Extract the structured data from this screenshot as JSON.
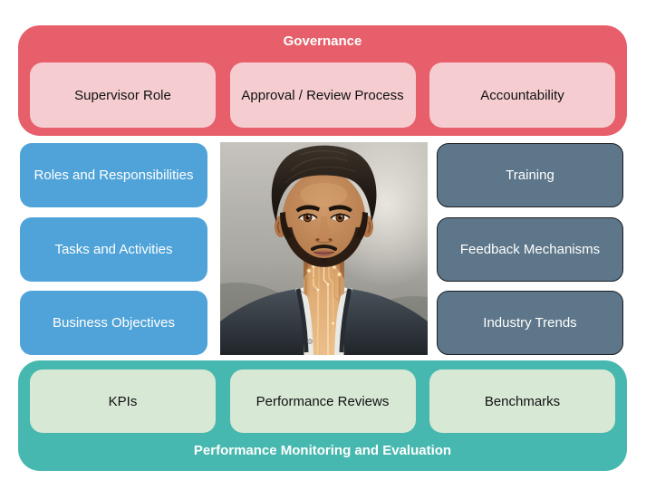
{
  "governance": {
    "title": "Governance",
    "items": [
      "Supervisor Role",
      "Approval / Review Process",
      "Accountability"
    ],
    "colors": {
      "container": "#e65f6b",
      "item": "#f5cdd0",
      "title_text": "#ffffff",
      "item_text": "#111111"
    }
  },
  "left_column": {
    "items": [
      "Roles and Responsibilities",
      "Tasks and Activities",
      "Business Objectives"
    ],
    "colors": {
      "item": "#4fa3d8",
      "text": "#ffffff"
    }
  },
  "right_column": {
    "items": [
      "Training",
      "Feedback Mechanisms",
      "Industry Trends"
    ],
    "colors": {
      "item": "#5d7689",
      "border": "#1a1f24",
      "text": "#ffffff"
    }
  },
  "performance": {
    "title": "Performance Monitoring and Evaluation",
    "items": [
      "KPIs",
      "Performance Reviews",
      "Benchmarks"
    ],
    "colors": {
      "container": "#47b8af",
      "item": "#d7e8d5",
      "title_text": "#ffffff",
      "item_text": "#111111"
    }
  },
  "center_image": {
    "name": "ai-human-portrait",
    "alt": "Portrait of a man whose neck is made of glowing circuit-board traces"
  }
}
